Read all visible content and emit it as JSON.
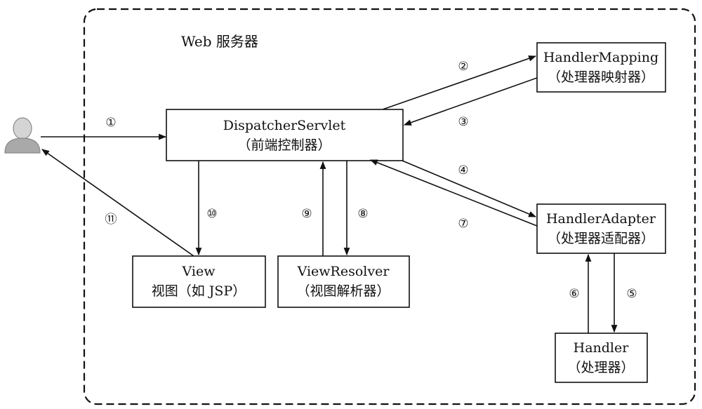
{
  "container": {
    "title": "Web 服务器"
  },
  "nodes": {
    "dispatcher": {
      "line1": "DispatcherServlet",
      "line2": "（前端控制器）"
    },
    "mapping": {
      "line1": "HandlerMapping",
      "line2": "（处理器映射器）"
    },
    "adapter": {
      "line1": "HandlerAdapter",
      "line2": "（处理器适配器）"
    },
    "handler": {
      "line1": "Handler",
      "line2": "（处理器）"
    },
    "view": {
      "line1": "View",
      "line2": "视图（如 JSP）"
    },
    "resolver": {
      "line1": "ViewResolver",
      "line2": "（视图解析器）"
    }
  },
  "steps": {
    "s1": "①",
    "s2": "②",
    "s3": "③",
    "s4": "④",
    "s5": "⑤",
    "s6": "⑥",
    "s7": "⑦",
    "s8": "⑧",
    "s9": "⑨",
    "s10": "⑩",
    "s11": "⑪"
  },
  "actor": {
    "icon": "user-icon"
  },
  "colors": {
    "line": "#111111",
    "box_fill": "#ffffff",
    "actor_gray": "#a9a9a9"
  }
}
